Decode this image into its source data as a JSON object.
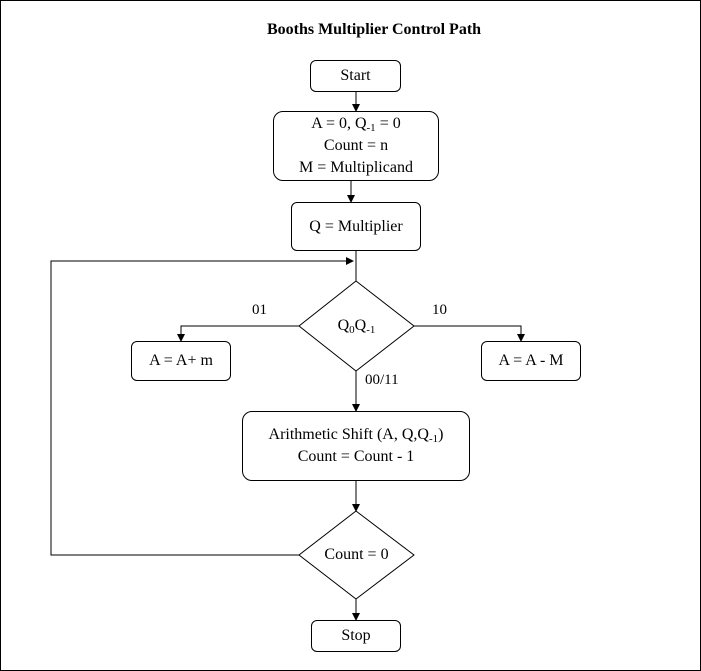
{
  "title": "Booths Multiplier Control Path",
  "nodes": {
    "start": "Start",
    "init": {
      "line1_a": "A = 0, Q",
      "line1_sub": "-1",
      "line1_b": " = 0",
      "line2": "Count = n",
      "line3": "M = Multiplicand"
    },
    "load_q": "Q = Multiplier",
    "decision_q": {
      "q": "Q",
      "sub0": "0",
      "q2": "Q",
      "sub1": "-1"
    },
    "add": "A = A+ m",
    "subtract": "A = A - M",
    "shift": {
      "line1_a": "Arithmetic Shift (A, Q,Q",
      "line1_sub": "-1",
      "line1_b": ")",
      "line2": "Count = Count - 1"
    },
    "decision_count": "Count = 0",
    "stop": "Stop"
  },
  "edge_labels": {
    "left": "01",
    "right": "10",
    "down": "00/11"
  }
}
